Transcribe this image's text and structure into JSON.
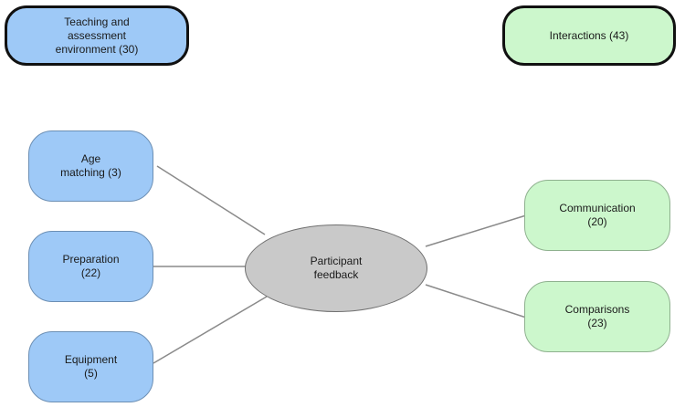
{
  "headers": {
    "left": {
      "lines": [
        "Teaching and",
        "assessment",
        "environment (30)"
      ],
      "color": "#9ec9f7"
    },
    "right": {
      "lines": [
        "Interactions (43)"
      ],
      "color": "#ccf7cc"
    }
  },
  "center": {
    "lines": [
      "Participant",
      "feedback"
    ],
    "color": "#c9c9c9"
  },
  "left_nodes": [
    {
      "lines": [
        "Age",
        "matching (3)"
      ]
    },
    {
      "lines": [
        "Preparation",
        "(22)"
      ]
    },
    {
      "lines": [
        "Equipment",
        "(5)"
      ]
    }
  ],
  "right_nodes": [
    {
      "lines": [
        "Communication",
        "(20)"
      ]
    },
    {
      "lines": [
        "Comparisons",
        "(23)"
      ]
    }
  ]
}
